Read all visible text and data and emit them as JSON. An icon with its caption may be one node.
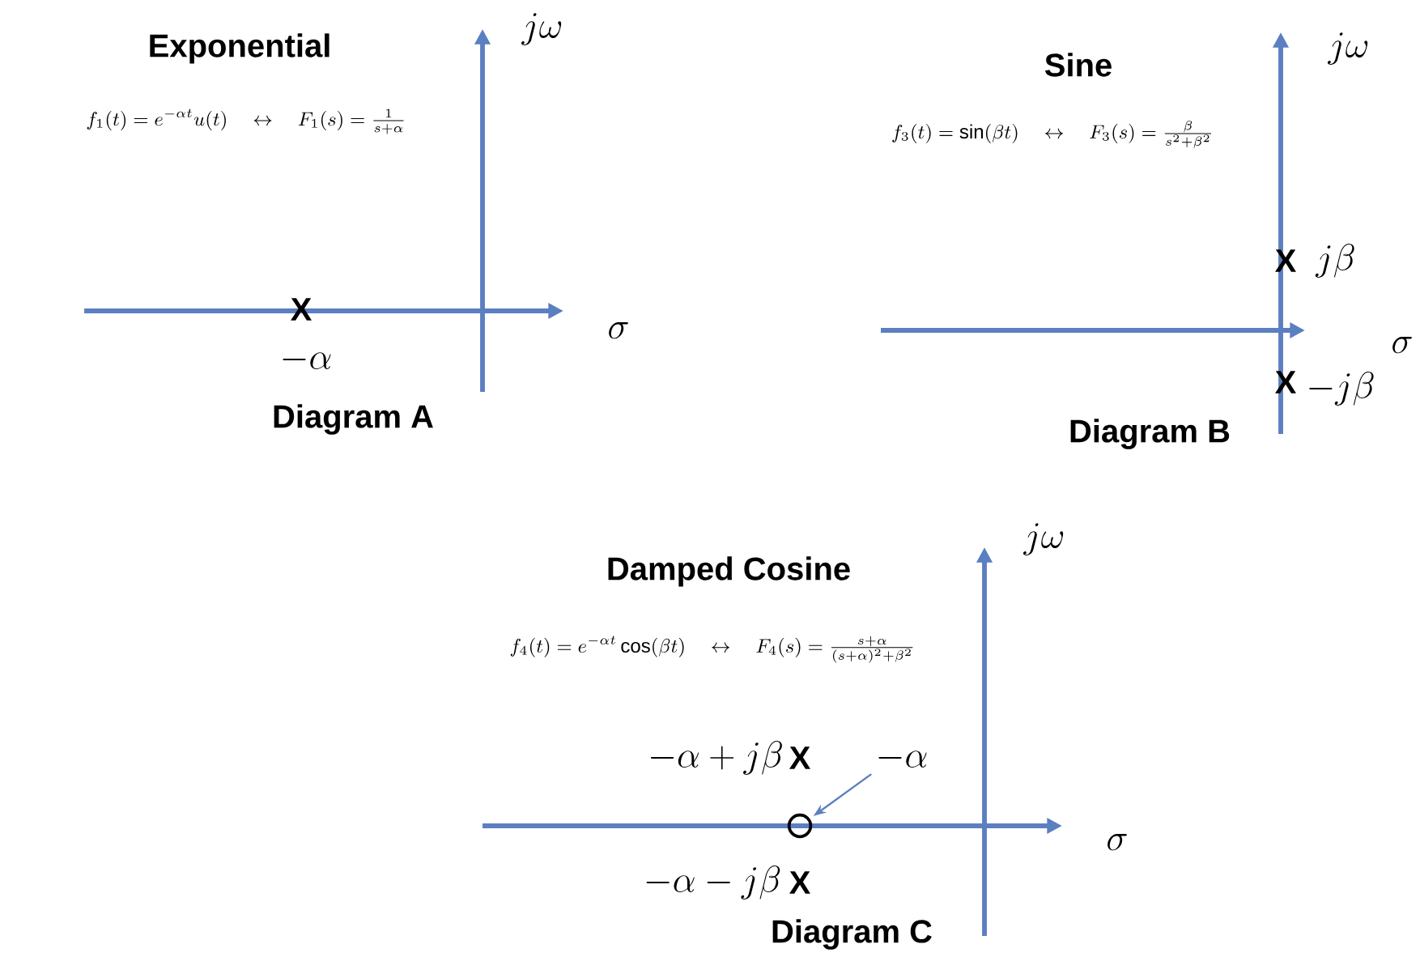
{
  "diagram": {
    "nodes": [
      {
        "text": [
          "-\\alpha"
        ]
      },
      {
        "text": [],
        "shape": "circle"
      }
    ],
    "edges": [
      {
        "from": 0,
        "to": 1,
        "arrow": "to"
      }
    ],
    "labels": [
      "j\\omega",
      "Exponential",
      "f_1(t)=e^{-\\alpha t}u(t)\\quad\\leftrightarrow\\quad F_1(s)=\\frac{1}{s+\\alpha}",
      "j\\omega",
      "Sine",
      "f_3(t)=\\sin(\\beta t)\\quad\\leftrightarrow\\quad F_3(s)=\\frac{\\beta}{s^2+\\beta^2}",
      "X",
      "\\sigma",
      "X",
      "j\\beta",
      "\\sigma",
      "-\\alpha",
      "X",
      "-j\\beta",
      "Diagram A",
      "Diagram B",
      "j\\omega",
      "Damped Cosine",
      "f_4(t)=e^{-\\alpha t}\\cos(\\beta t)\\quad\\leftrightarrow\\quad F_4(s)=\\frac{s+\\alpha}{(s+\\alpha)^2+\\beta^2}",
      "-\\alpha+j\\beta",
      "X",
      "\\sigma",
      "-\\alpha-j\\beta",
      "X",
      "Diagram C"
    ]
  }
}
